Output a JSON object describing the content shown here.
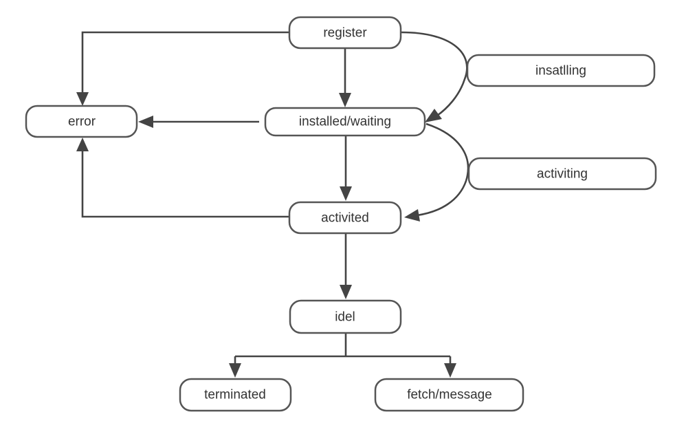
{
  "nodes": {
    "register": "register",
    "insatlling": "insatlling",
    "error": "error",
    "installed_waiting": "installed/waiting",
    "activiting": "activiting",
    "activited": "activited",
    "idel": "idel",
    "terminated": "terminated",
    "fetch_message": "fetch/message"
  },
  "colors": {
    "stroke": "#555555",
    "edge": "#444444",
    "text": "#333333",
    "fill": "#ffffff"
  }
}
